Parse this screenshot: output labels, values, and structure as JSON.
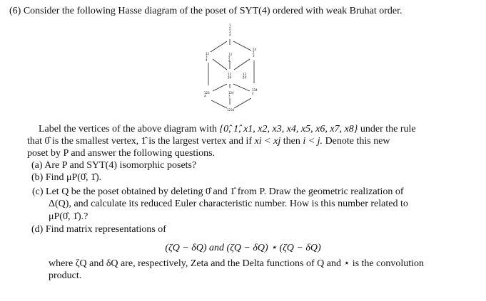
{
  "question": {
    "number": "(6)",
    "intro": "Consider the following Hasse diagram of the poset of SYT(4) ordered with weak Bruhat order."
  },
  "diagram": {
    "labels": {
      "top": "1\n2\n3\n4",
      "row2_left": "12\n3\n4",
      "row2_mid": "13\n2\n4",
      "row2_right": "14\n2\n3",
      "row3_left": "12\n34",
      "row3_right": "13\n24",
      "row4_left": "123\n4",
      "row4_mid": "124\n3",
      "row4_right": "134\n2",
      "bottom": "1234"
    }
  },
  "paragraph": {
    "l1a": "Label the vertices of the above diagram with",
    "l1set": "{0̂, 1̂, x1, x2, x3, x4, x5, x6, x7, x8}",
    "l1b": "under the rule",
    "l2a": "that 0̂ is the smallest vertex, 1̂ is the largest vertex and if",
    "l2cond": "xi < xj",
    "l2b": "then",
    "l2c": "i < j.",
    "l2d": "Denote this new",
    "l3": "poset by P and answer the following questions."
  },
  "items": {
    "a": "(a) Are P and SYT(4) isomorphic posets?",
    "b": "(b) Find μP(0̂, 1̂).",
    "c1": "(c) Let Q be the poset obtained by deleting 0̂ and 1̂ from P. Draw the geometric realization of",
    "c2": "Δ(Q), and calculate its reduced Euler characteristic number. How is this number related to",
    "c3": "μP(0̂, 1̂).?",
    "d": "(d) Find matrix representations of",
    "formula_a": "(ζQ − δQ)",
    "formula_and": "and",
    "formula_b": "(ζQ − δQ) ⋆ (ζQ − δQ)",
    "w1": "where ζQ and δQ are, respectively, Zeta and the Delta functions of Q and ⋆ is the convolution",
    "w2": "product."
  }
}
